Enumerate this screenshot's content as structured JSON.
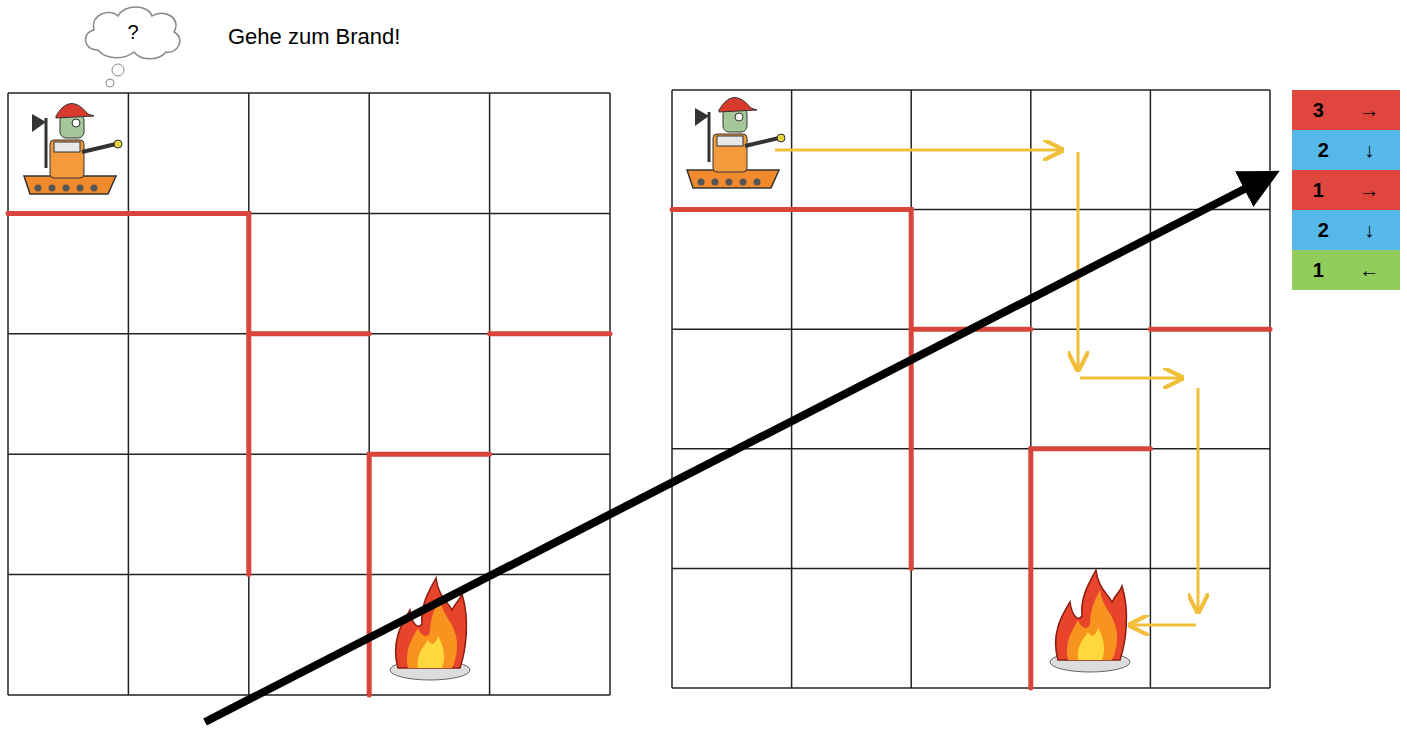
{
  "diagram": {
    "title": "Gehe zum Brand!",
    "nodes": [
      {
        "text": [
          "?"
        ]
      },
      {
        "text": [
          "3 →"
        ]
      },
      {
        "text": [
          "2 ↓"
        ]
      },
      {
        "text": [
          "1 →"
        ]
      },
      {
        "text": [
          "2 ↓"
        ]
      },
      {
        "text": [
          "1 ←"
        ]
      }
    ]
  }
}
